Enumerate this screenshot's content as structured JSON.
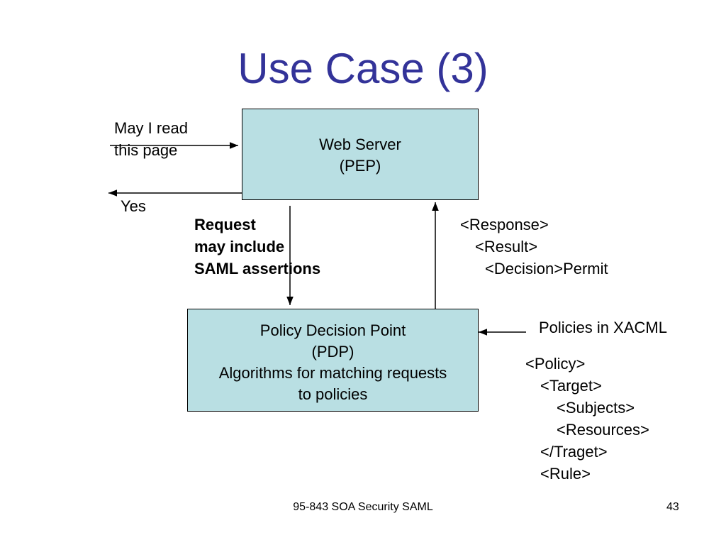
{
  "slide": {
    "title": "Use Case (3)",
    "request": {
      "line1": "May I read",
      "line2": "this page"
    },
    "reply": "Yes",
    "web_server": {
      "line1": "Web Server",
      "line2": "(PEP)"
    },
    "saml_note": {
      "line1": "Request",
      "line2": "may include",
      "line3": "SAML assertions"
    },
    "response_xml": {
      "line1": "<Response>",
      "line2": "<Result>",
      "line3": "<Decision>Permit"
    },
    "pdp": {
      "line1": "Policy Decision Point",
      "line2": "(PDP)",
      "line3": "Algorithms for matching requests",
      "line4": "to policies"
    },
    "policies_label": "Policies in XACML",
    "policy_xml": {
      "line1": "<Policy>",
      "line2": "<Target>",
      "line3": "<Subjects>",
      "line4": "<Resources>",
      "line5": "</Traget>",
      "line6": "<Rule>"
    },
    "footer": "95-843 SOA Security  SAML",
    "page_number": "43"
  },
  "colors": {
    "title": "#333399",
    "box_fill": "#b9dfe3",
    "line": "#000000"
  }
}
